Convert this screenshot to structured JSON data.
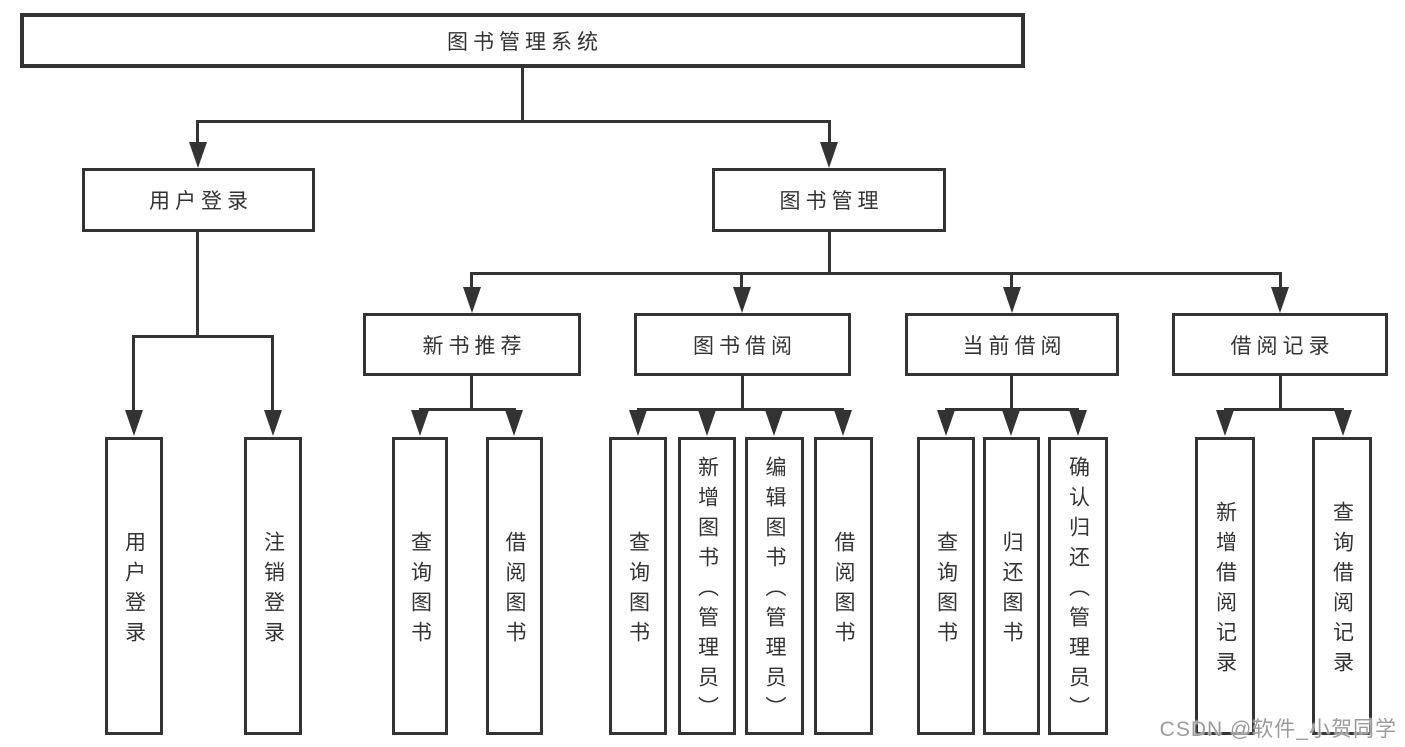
{
  "diagram": {
    "root_label": "图书管理系统",
    "branches": [
      {
        "label": "用户登录",
        "leaves": [
          "用户登录",
          "注销登录"
        ]
      },
      {
        "label": "图书管理",
        "subbranches": [
          {
            "label": "新书推荐",
            "leaves": [
              "查询图书",
              "借阅图书"
            ]
          },
          {
            "label": "图书借阅",
            "leaves": [
              "查询图书",
              "新增图书（管理员）",
              "编辑图书（管理员）",
              "借阅图书"
            ]
          },
          {
            "label": "当前借阅",
            "leaves": [
              "查询图书",
              "归还图书",
              "确认归还（管理员）"
            ]
          },
          {
            "label": "借阅记录",
            "leaves": [
              "新增借阅记录",
              "查询借阅记录"
            ]
          }
        ]
      }
    ]
  },
  "watermark": "CSDN @软件_小贺同学",
  "colors": {
    "line": "#333333",
    "text": "#333333",
    "background": "#ffffff",
    "watermark": "#9b9b9b"
  }
}
